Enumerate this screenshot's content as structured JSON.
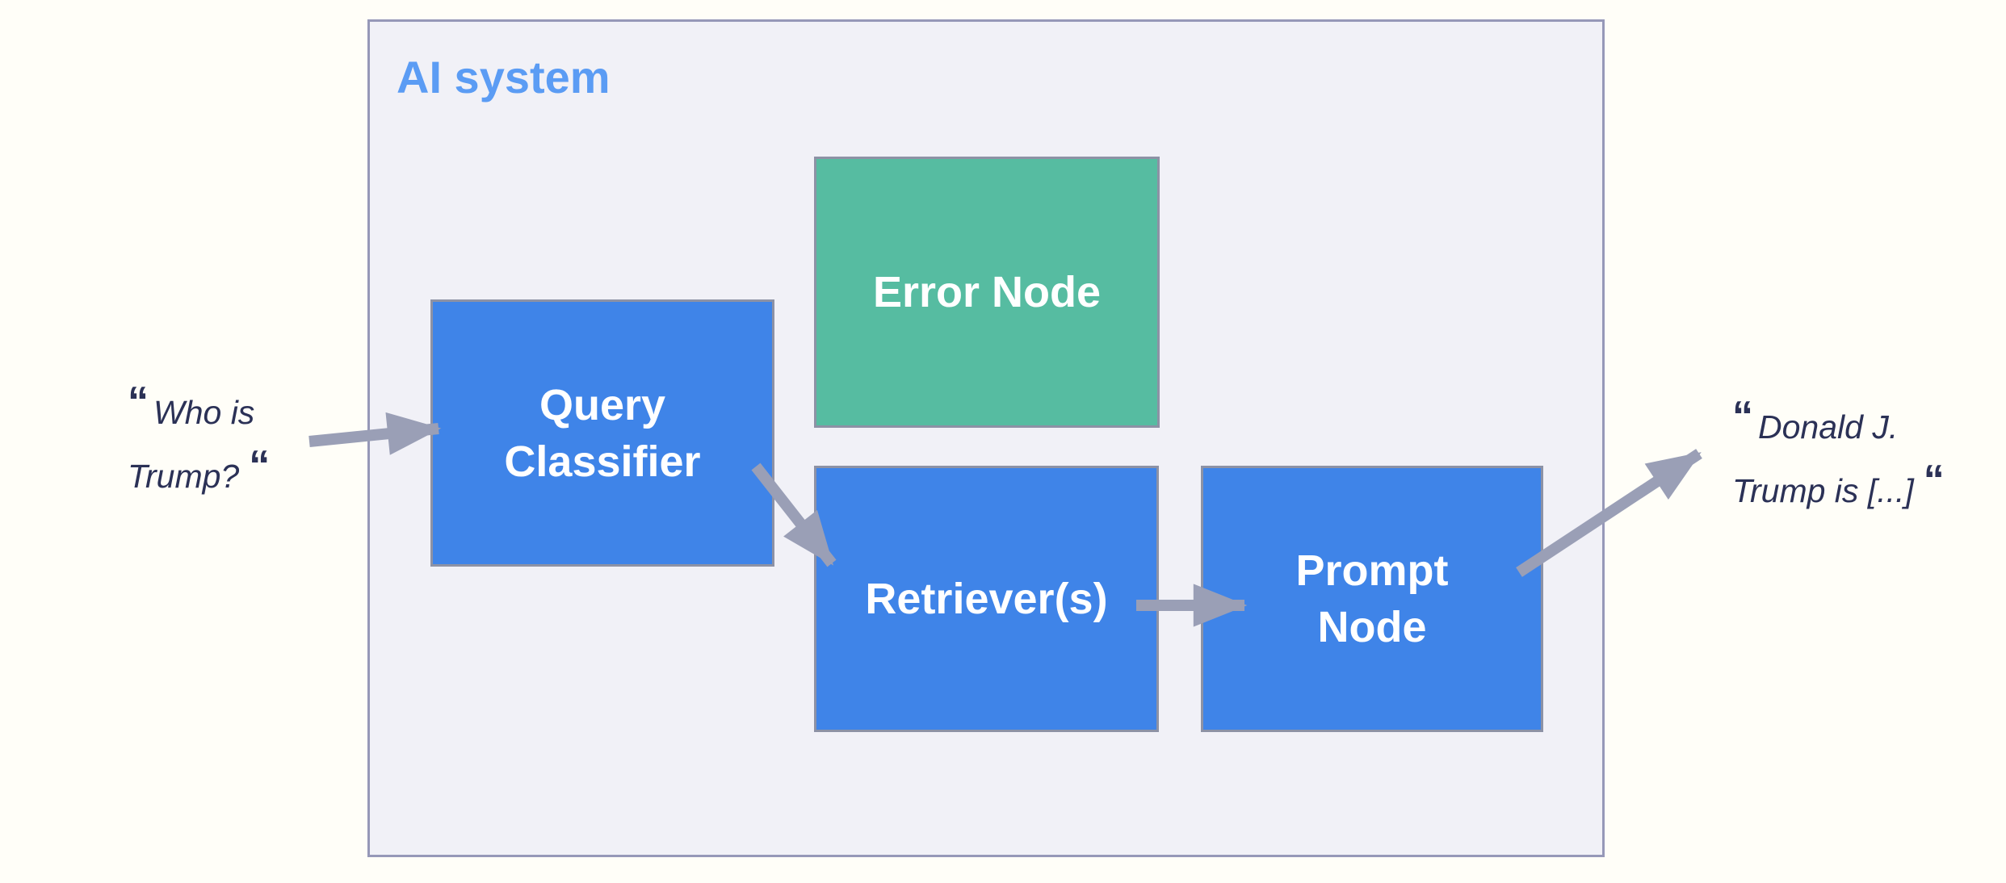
{
  "container": {
    "label": "AI system"
  },
  "nodes": {
    "error": {
      "label": "Error Node",
      "color": "#56BCA1"
    },
    "query_classifier": {
      "line1": "Query",
      "line2": "Classifier",
      "color": "#3F84E8"
    },
    "retriever": {
      "label": "Retriever(s)",
      "color": "#3F84E8"
    },
    "prompt": {
      "line1": "Prompt",
      "line2": "Node",
      "color": "#3F84E8"
    }
  },
  "input_quote": {
    "open": "“",
    "line1": "Who is",
    "line2": "Trump?",
    "close": "“"
  },
  "output_quote": {
    "open": "“",
    "line1": "Donald J.",
    "line2": "Trump is [...]",
    "close": "“"
  },
  "colors": {
    "page_bg": "#FFFEF8",
    "container_fill": "#F1F1F7",
    "container_border": "#9698B8",
    "container_label": "#5B9CF4",
    "node_blue": "#3F84E8",
    "node_green": "#56BCA1",
    "node_border": "#8D92A5",
    "node_text": "#FFFFFF",
    "arrow_color": "#9A9FB6",
    "quote_text": "#2B3156"
  }
}
